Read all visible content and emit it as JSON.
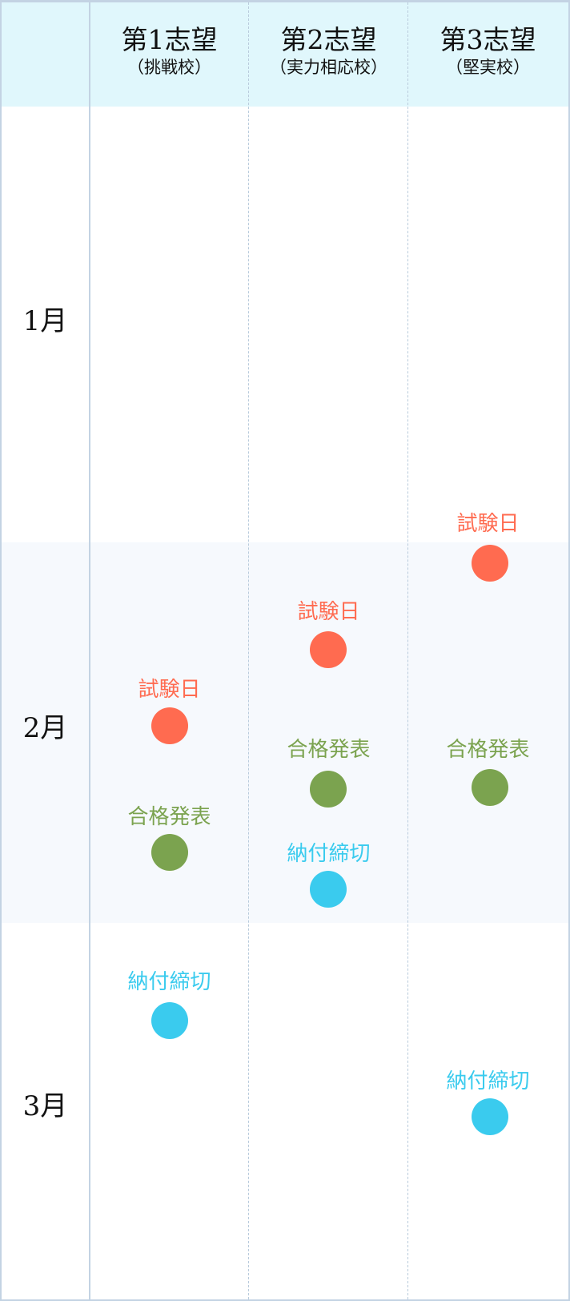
{
  "columns": [
    {
      "title": "第1志望",
      "subtitle": "（挑戦校）"
    },
    {
      "title": "第2志望",
      "subtitle": "（実力相応校）"
    },
    {
      "title": "第3志望",
      "subtitle": "（堅実校）"
    }
  ],
  "months": [
    "1月",
    "2月",
    "3月"
  ],
  "events": {
    "exam": "試験日",
    "result": "合格発表",
    "payment": "納付締切"
  },
  "colors": {
    "exam": "#ff6b50",
    "result": "#7ba34f",
    "payment": "#3acbee",
    "header_bg": "#e0f7fc"
  }
}
